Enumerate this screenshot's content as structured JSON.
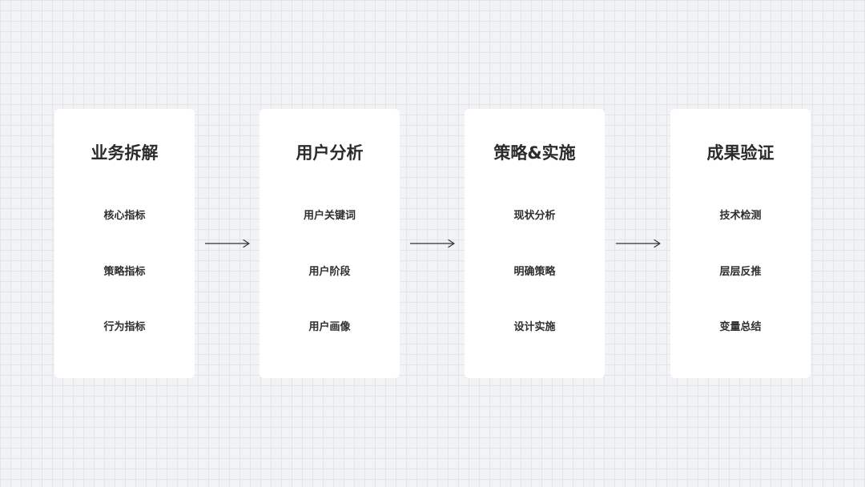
{
  "stages": [
    {
      "title": "业务拆解",
      "items": [
        "核心指标",
        "策略指标",
        "行为指标"
      ]
    },
    {
      "title": "用户分析",
      "items": [
        "用户关键词",
        "用户阶段",
        "用户画像"
      ]
    },
    {
      "title": "策略&实施",
      "items": [
        "现状分析",
        "明确策略",
        "设计实施"
      ]
    },
    {
      "title": "成果验证",
      "items": [
        "技术检测",
        "层层反推",
        "变量总结"
      ]
    }
  ],
  "colors": {
    "background": "#f2f3f5",
    "grid_line": "#e3e5e9",
    "card": "#ffffff",
    "text": "#2b2b2b",
    "arrow": "#333333"
  },
  "icons": {
    "connector": "arrow-right-icon"
  }
}
